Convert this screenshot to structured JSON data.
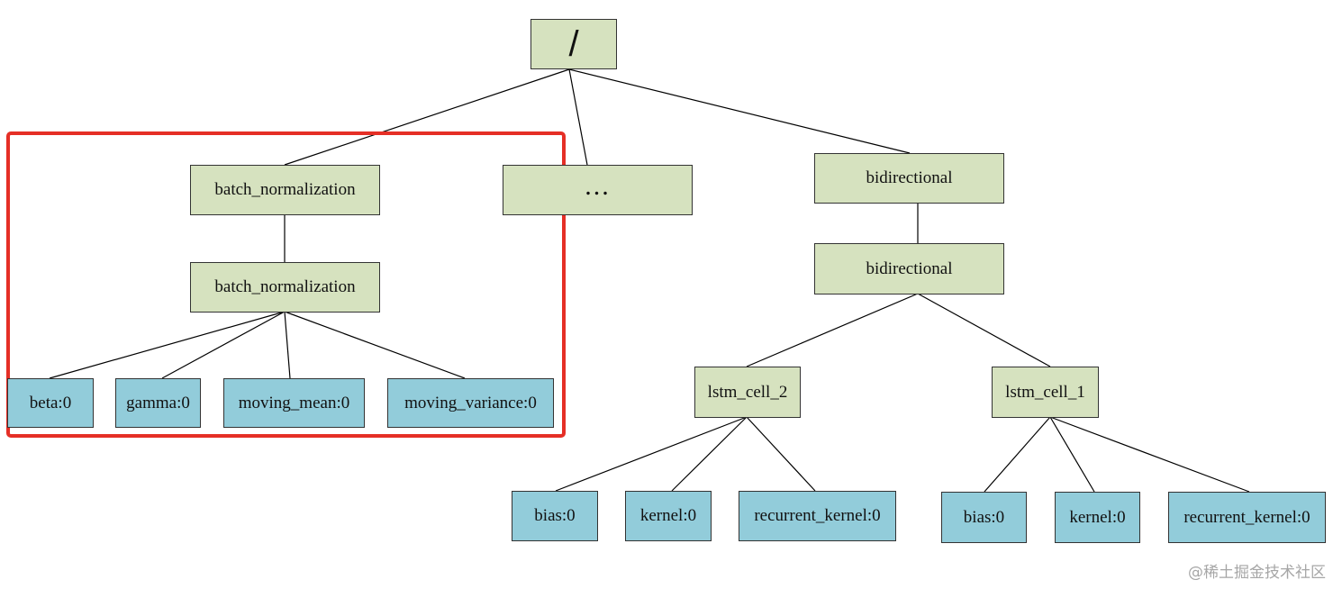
{
  "watermark": "@稀土掘金技术社区",
  "colors": {
    "group_node": "#d6e2bf",
    "leaf_node": "#92ccda",
    "highlight_border": "#e52f26",
    "edge": "#000000"
  },
  "nodes": {
    "root": "/",
    "batch_norm_outer": "batch_normalization",
    "ellipsis": "...",
    "bidirectional_outer": "bidirectional",
    "batch_norm_inner": "batch_normalization",
    "bidirectional_inner": "bidirectional",
    "beta": "beta:0",
    "gamma": "gamma:0",
    "moving_mean": "moving_mean:0",
    "moving_variance": "moving_variance:0",
    "lstm_cell_2": "lstm_cell_2",
    "lstm_cell_1": "lstm_cell_1",
    "lstm2_bias": "bias:0",
    "lstm2_kernel": "kernel:0",
    "lstm2_recurrent_kernel": "recurrent_kernel:0",
    "lstm1_bias": "bias:0",
    "lstm1_kernel": "kernel:0",
    "lstm1_recurrent_kernel": "recurrent_kernel:0"
  }
}
